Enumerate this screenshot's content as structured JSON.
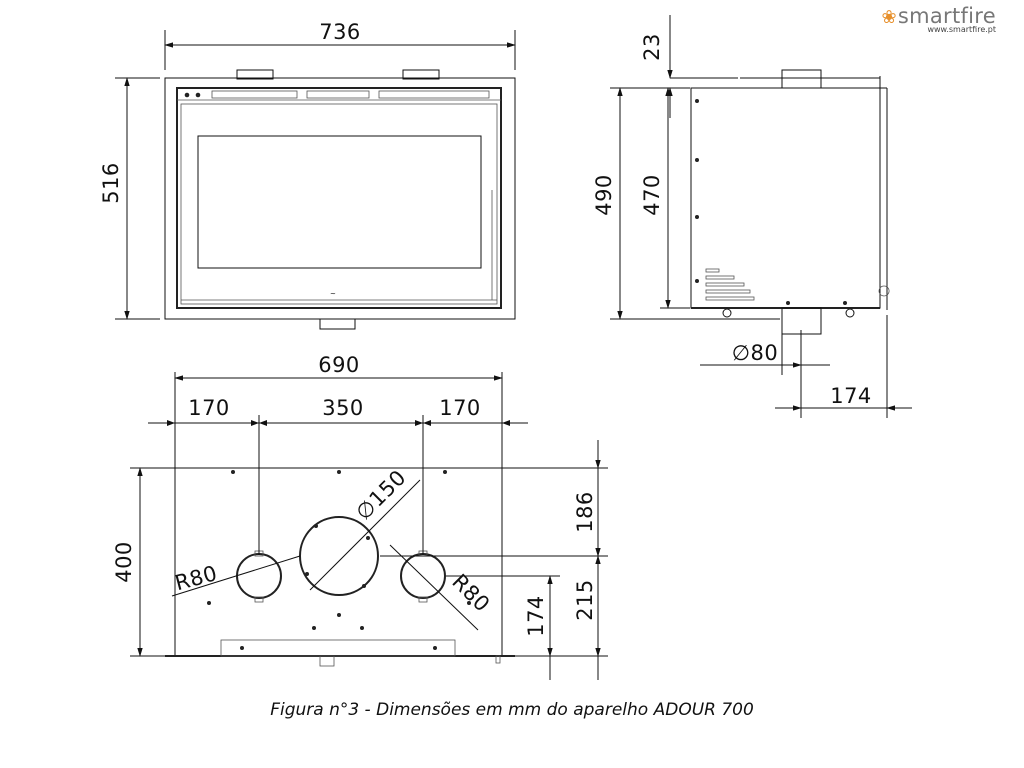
{
  "logo": {
    "name": "smartfire",
    "url": "www.smartfire.pt"
  },
  "front_view": {
    "width": "736",
    "height": "516"
  },
  "side_view": {
    "top_offset": "23",
    "height_total": "490",
    "height_body": "470",
    "outlet_diameter": "80",
    "outlet_depth": "174"
  },
  "bottom_view": {
    "width": "690",
    "spacing_left": "170",
    "spacing_middle": "350",
    "spacing_right": "170",
    "depth": "400",
    "flue_diameter": "150",
    "radius_left": "R80",
    "radius_right": "R80",
    "offset_top": "186",
    "offset_bottom": "215",
    "offset_side": "174"
  },
  "caption": "Figura n°3 - Dimensões em mm do aparelho  ADOUR 700"
}
